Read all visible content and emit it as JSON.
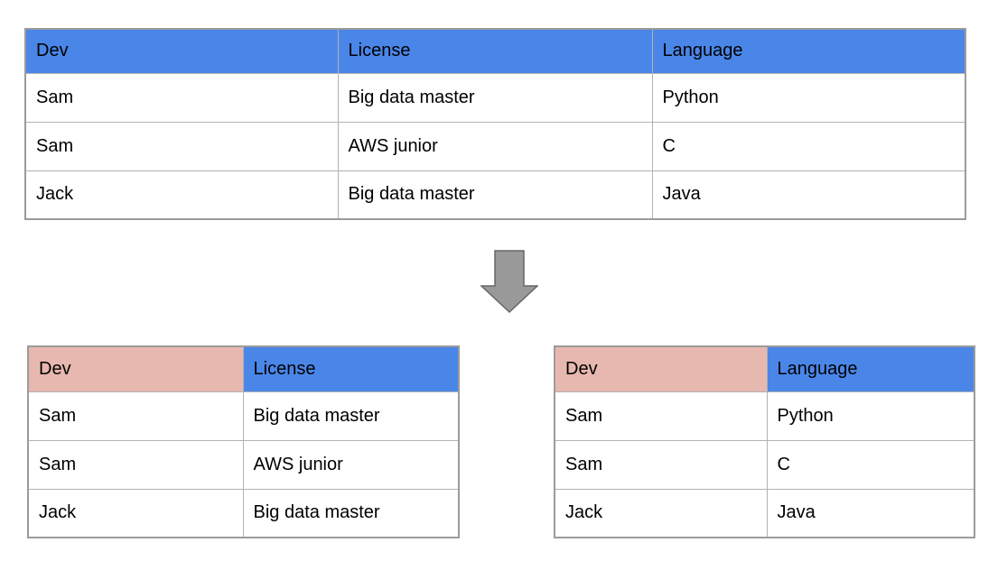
{
  "colors": {
    "header_blue": "#4a86e8",
    "header_pink": "#e7b8af",
    "arrow_fill": "#999999",
    "arrow_stroke": "#666666"
  },
  "source_table": {
    "headers": [
      "Dev",
      "License",
      "Language"
    ],
    "rows": [
      [
        "Sam",
        "Big data master",
        "Python"
      ],
      [
        "Sam",
        "AWS junior",
        "C"
      ],
      [
        "Jack",
        "Big data master",
        "Java"
      ]
    ]
  },
  "license_table": {
    "headers": [
      "Dev",
      "License"
    ],
    "rows": [
      [
        "Sam",
        "Big data master"
      ],
      [
        "Sam",
        "AWS junior"
      ],
      [
        "Jack",
        "Big data master"
      ]
    ]
  },
  "language_table": {
    "headers": [
      "Dev",
      "Language"
    ],
    "rows": [
      [
        "Sam",
        "Python"
      ],
      [
        "Sam",
        "C"
      ],
      [
        "Jack",
        "Java"
      ]
    ]
  }
}
